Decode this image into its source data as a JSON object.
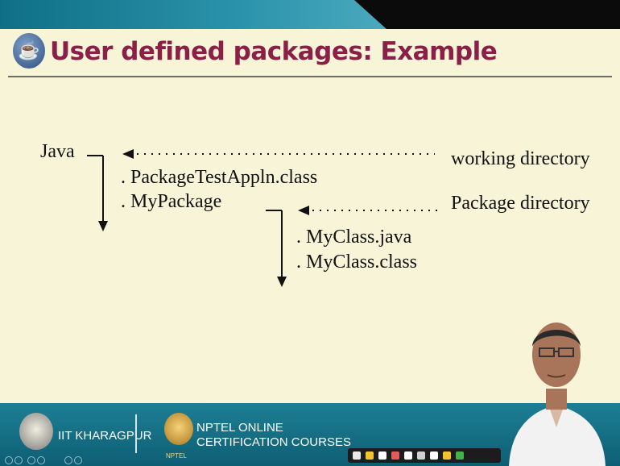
{
  "slide": {
    "title": "User defined packages: Example"
  },
  "tree": {
    "root": "Java",
    "root_items": [
      ". PackageTestAppln.class",
      ". MyPackage"
    ],
    "package_items": [
      ". MyClass.java",
      ". MyClass.class"
    ]
  },
  "annotations": {
    "working": "working directory",
    "package": "Package directory"
  },
  "footer": {
    "institute": "IIT KHARAGPUR",
    "nptel_line1": "NPTEL ONLINE",
    "nptel_line2": "CERTIFICATION COURSES",
    "nptel_logo_text": "NPTEL"
  },
  "colors": {
    "title": "#8a1f47",
    "footer_bg": "#0e5e73",
    "slide_bg": "#f7f4d8"
  }
}
